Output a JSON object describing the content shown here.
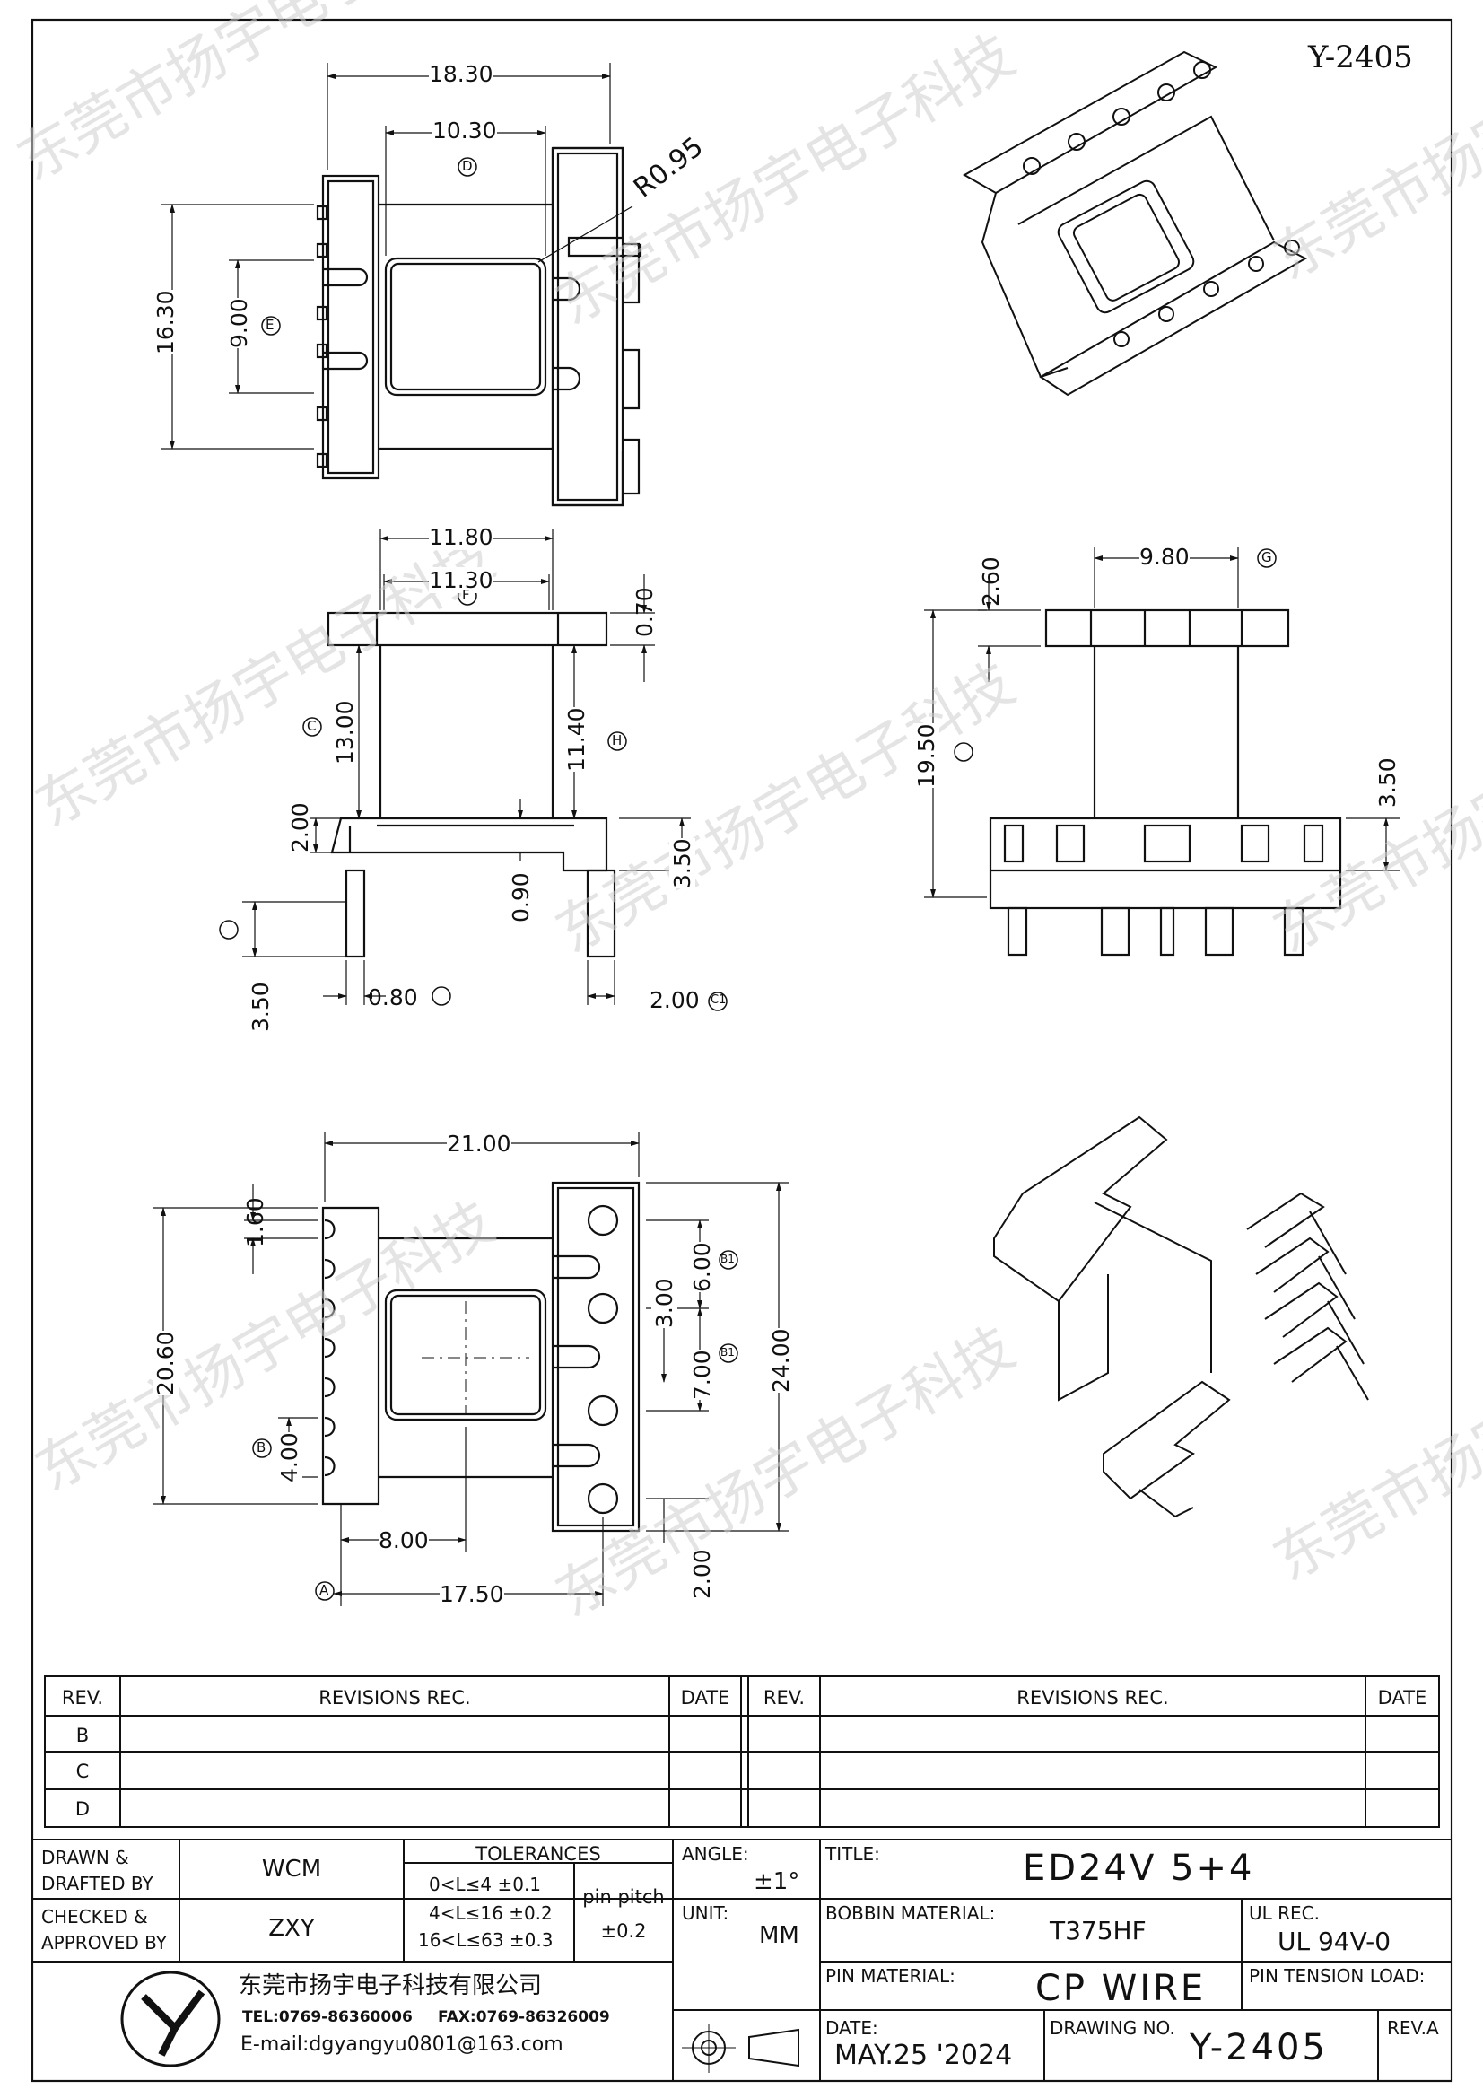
{
  "drawing": {
    "code_top": "Y-2405",
    "dimensions": {
      "d_1830": "18.30",
      "d_1030": "10.30",
      "r_095": "R0.95",
      "d_1630": "16.30",
      "d_900": "9.00",
      "d_1180": "11.80",
      "d_1130": "11.30",
      "d_070": "0.70",
      "d_1300": "13.00",
      "d_1140": "11.40",
      "d_200a": "2.00",
      "d_350a": "3.50",
      "d_090": "0.90",
      "d_350b": "3.50",
      "d_080": "0.80",
      "d_200b": "2.00",
      "d_260": "2.60",
      "d_980": "9.80",
      "d_1950": "19.50",
      "d_350c": "3.50",
      "d_2100": "21.00",
      "d_160": "1.60",
      "d_2060": "20.60",
      "d_600": "6.00",
      "d_300": "3.00",
      "d_700": "7.00",
      "d_2400": "24.00",
      "d_400": "4.00",
      "d_800": "8.00",
      "d_1750": "17.50",
      "d_200c": "2.00"
    },
    "markers": {
      "D": "D",
      "E": "E",
      "F": "F",
      "C": "C",
      "H": "H",
      "G": "G",
      "C1": "C1",
      "B1a": "B1",
      "B1b": "B1",
      "B": "B",
      "A": "A"
    },
    "watermark_text": "东莞市扬宇电子科技"
  },
  "revisions": {
    "headers": {
      "rev": "REV.",
      "rec": "REVISIONS   REC.",
      "date": "DATE"
    },
    "rows_left": [
      "B",
      "C",
      "D"
    ]
  },
  "title_block": {
    "drawn_label": "DRAWN &\nDRAFTED BY",
    "drawn_value": "WCM",
    "checked_label": "CHECKED &\nAPPROVED BY",
    "checked_value": "ZXY",
    "tolerances_label": "TOLERANCES",
    "tol_1": "0<L≤4   ±0.1",
    "tol_2": "4<L≤16  ±0.2",
    "tol_3": "16<L≤63 ±0.3",
    "pin_pitch_label": "pin pitch",
    "pin_pitch_value": "±0.2",
    "angle_label": "ANGLE:",
    "angle_value": "±1°",
    "unit_label": "UNIT:",
    "unit_value": "MM",
    "title_label": "TITLE:",
    "title_value": "ED24V 5+4",
    "bobbin_label": "BOBBIN MATERIAL:",
    "bobbin_value": "T375HF",
    "ul_label": "UL REC.",
    "ul_value": "UL 94V-0",
    "pin_material_label": "PIN MATERIAL:",
    "pin_material_value": "CP WIRE",
    "pin_tension_label": "PIN TENSION LOAD:",
    "date_label": "DATE:",
    "date_value": "MAY.25 '2024",
    "drawing_no_label": "DRAWING NO.",
    "drawing_no_value": "Y-2405",
    "rev_label": "REV.A",
    "company_name": "东莞市扬宇电子科技有限公司",
    "tel": "TEL:0769-86360006",
    "fax": "FAX:0769-86326009",
    "email": "E-mail:dgyangyu0801@163.com"
  }
}
